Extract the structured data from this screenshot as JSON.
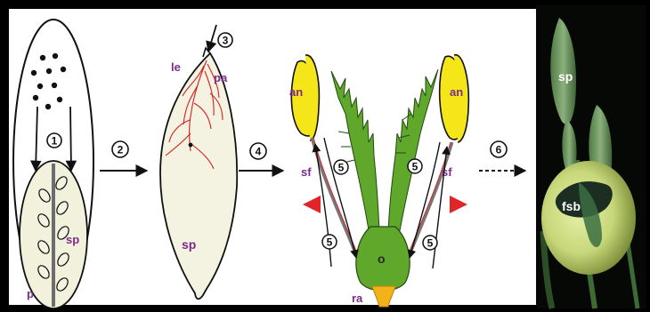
{
  "labels": {
    "p": "p",
    "sp_left": "sp",
    "le": "le",
    "pa": "pa",
    "sp_middle": "sp",
    "an_left": "an",
    "an_right": "an",
    "sf_left": "sf",
    "sf_right": "sf",
    "o": "o",
    "ra": "ra",
    "sp_photo": "sp",
    "fsb": "fsb"
  },
  "steps": {
    "s1": "1",
    "s2": "2",
    "s3": "3",
    "s4": "4",
    "s5a": "5",
    "s5b": "5",
    "s5c": "5",
    "s5d": "5",
    "s6": "6"
  },
  "colors": {
    "anther_yellow": "#f5e61a",
    "ovary_green": "#5fa82b",
    "receptacle_orange": "#f2b21a",
    "label_purple": "#7a2a8a",
    "arrowhead_red": "#e0242a",
    "hyphae_red": "#d42020",
    "spore_fill": "#f4f3e2"
  }
}
